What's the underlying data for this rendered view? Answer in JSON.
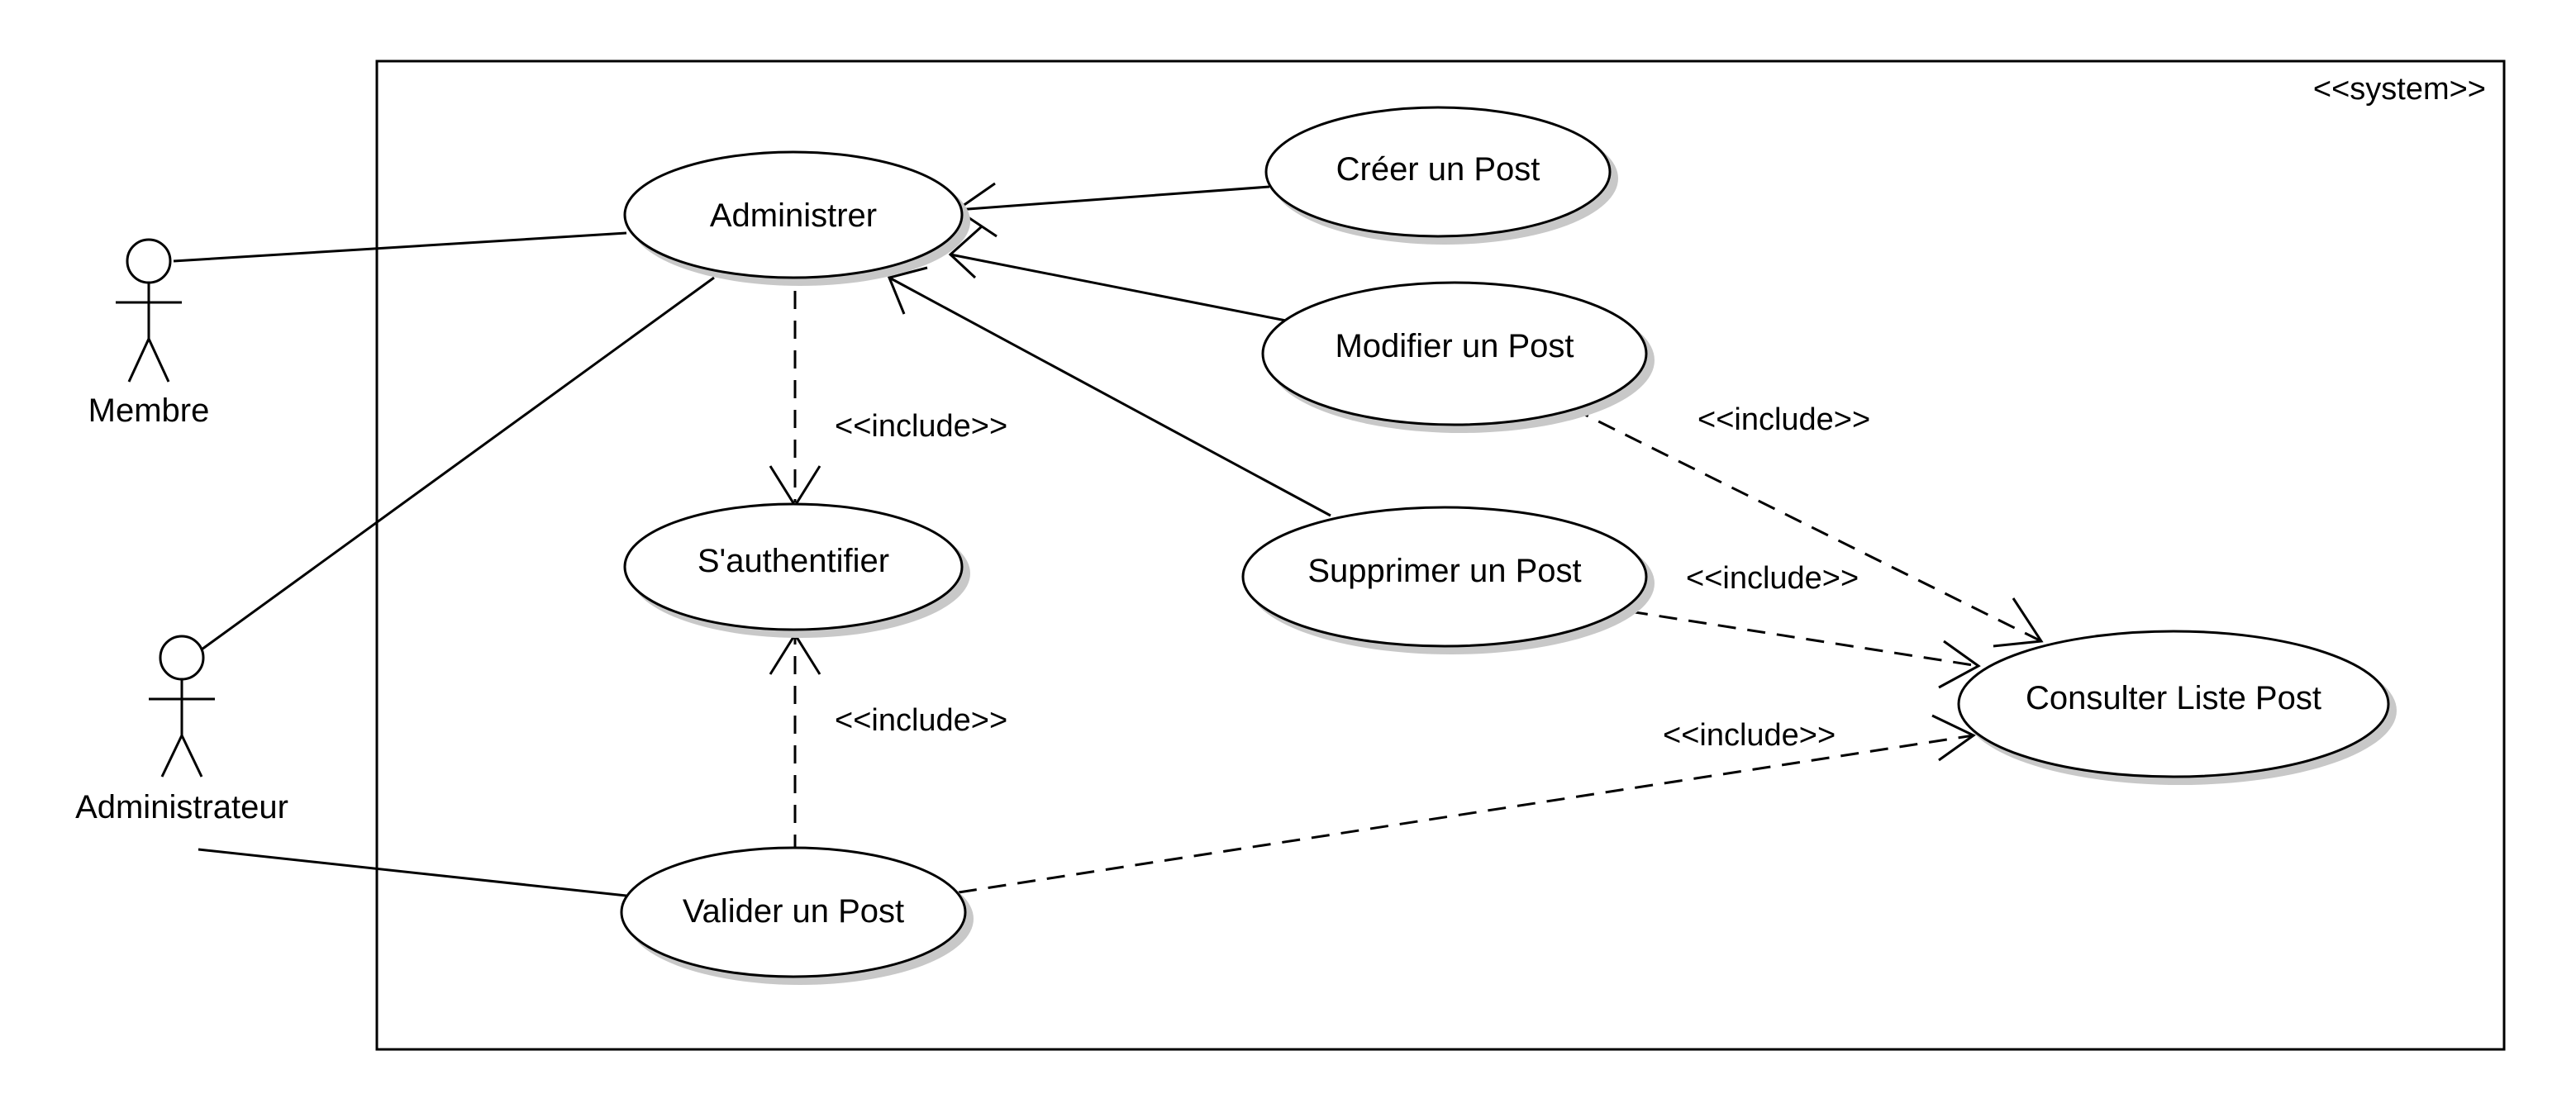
{
  "system": {
    "stereotype": "<<system>>"
  },
  "actors": {
    "membre": {
      "label": "Membre"
    },
    "administrateur": {
      "label": "Administrateur"
    }
  },
  "use_cases": {
    "administrer": {
      "label": "Administrer"
    },
    "creer_post": {
      "label": "Créer un Post"
    },
    "modifier_post": {
      "label": "Modifier un Post"
    },
    "supprimer_post": {
      "label": "Supprimer un Post"
    },
    "authentifier": {
      "label": "S'authentifier"
    },
    "valider_post": {
      "label": "Valider un Post"
    },
    "consulter_liste": {
      "label": "Consulter Liste Post"
    }
  },
  "relations": {
    "include_administrer_auth": "<<include>>",
    "include_valider_auth": "<<include>>",
    "include_modifier_consulter": "<<include>>",
    "include_supprimer_consulter": "<<include>>",
    "include_valider_consulter": "<<include>>"
  }
}
